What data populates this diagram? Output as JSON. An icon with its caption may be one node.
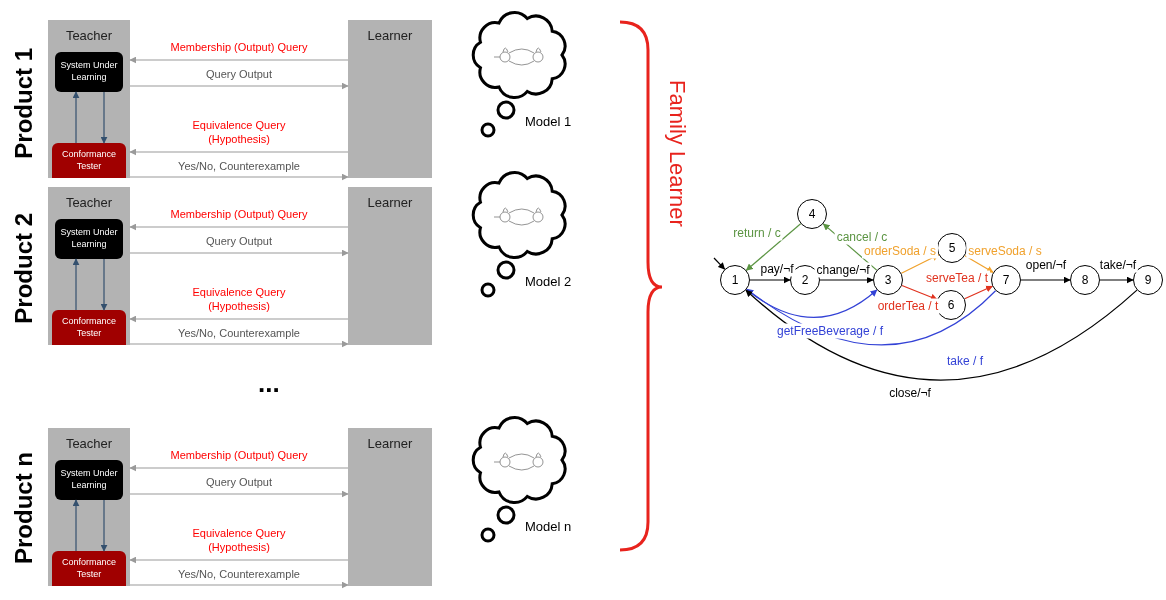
{
  "diagram": {
    "nodes": [
      {
        "text": [
          "Teacher"
        ]
      },
      {
        "text": [
          "System Under Learning"
        ],
        "in": 0
      },
      {
        "text": [
          "Conformance Tester"
        ],
        "in": 0
      },
      {
        "text": [
          "Learner"
        ]
      },
      {
        "text": [],
        "shape": "cloud",
        "beside": [
          "Model 1"
        ]
      },
      {
        "text": [
          "Teacher"
        ]
      },
      {
        "text": [
          "System Under Learning"
        ],
        "in": 5
      },
      {
        "text": [
          "Conformance Tester"
        ],
        "in": 5
      },
      {
        "text": [
          "Learner"
        ]
      },
      {
        "text": [],
        "shape": "cloud",
        "beside": [
          "Model 2"
        ]
      },
      {
        "text": [
          "Teacher"
        ]
      },
      {
        "text": [
          "System Under Learning"
        ],
        "in": 10
      },
      {
        "text": [
          "Conformance Tester"
        ],
        "in": 10
      },
      {
        "text": [
          "Learner"
        ]
      },
      {
        "text": [],
        "shape": "cloud",
        "beside": [
          "Model n"
        ]
      },
      {
        "text": [
          "1"
        ]
      },
      {
        "text": [
          "2"
        ]
      },
      {
        "text": [
          "3"
        ]
      },
      {
        "text": [
          "4"
        ]
      },
      {
        "text": [
          "5"
        ]
      },
      {
        "text": [
          "6"
        ]
      },
      {
        "text": [
          "7"
        ]
      },
      {
        "text": [
          "8"
        ]
      },
      {
        "text": [
          "9"
        ]
      }
    ],
    "edges": [
      {
        "from": 3,
        "to": 0,
        "arrow": "to",
        "label": "Membership (Output) Query"
      },
      {
        "from": 0,
        "to": 3,
        "arrow": "to",
        "label": "Query Output"
      },
      {
        "from": 3,
        "to": 0,
        "arrow": "to",
        "label": "Equivalence Query (Hypothesis)"
      },
      {
        "from": 0,
        "to": 3,
        "arrow": "to",
        "label": "Yes/No, Counterexample"
      },
      {
        "from": 2,
        "to": 1,
        "arrow": "to",
        "color": "#34506e"
      },
      {
        "from": 1,
        "to": 2,
        "arrow": "to",
        "color": "#34506e"
      },
      {
        "from": 8,
        "to": 5,
        "arrow": "to",
        "label": "Membership (Output) Query"
      },
      {
        "from": 5,
        "to": 8,
        "arrow": "to",
        "label": "Query Output"
      },
      {
        "from": 8,
        "to": 5,
        "arrow": "to",
        "label": "Equivalence Query (Hypothesis)"
      },
      {
        "from": 5,
        "to": 8,
        "arrow": "to",
        "label": "Yes/No, Counterexample"
      },
      {
        "from": 7,
        "to": 6,
        "arrow": "to",
        "color": "#34506e"
      },
      {
        "from": 6,
        "to": 7,
        "arrow": "to",
        "color": "#34506e"
      },
      {
        "from": 13,
        "to": 10,
        "arrow": "to",
        "label": "Membership (Output) Query"
      },
      {
        "from": 10,
        "to": 13,
        "arrow": "to",
        "label": "Query Output"
      },
      {
        "from": 13,
        "to": 10,
        "arrow": "to",
        "label": "Equivalence Query (Hypothesis)"
      },
      {
        "from": 10,
        "to": 13,
        "arrow": "to",
        "label": "Yes/No, Counterexample"
      },
      {
        "from": 12,
        "to": 11,
        "arrow": "to",
        "color": "#34506e"
      },
      {
        "from": 11,
        "to": 12,
        "arrow": "to",
        "color": "#34506e"
      },
      {
        "from": null,
        "to": 15,
        "arrow": "to",
        "color": "#000000"
      },
      {
        "from": 15,
        "to": 16,
        "arrow": "to",
        "label": "pay/¬f",
        "color": "#000000"
      },
      {
        "from": 16,
        "to": 17,
        "arrow": "to",
        "label": "change/¬f",
        "color": "#000000"
      },
      {
        "from": 17,
        "to": 18,
        "arrow": "to",
        "label": "cancel / c",
        "color": "#5b9442"
      },
      {
        "from": 18,
        "to": 15,
        "arrow": "to",
        "label": "return / c",
        "color": "#5b9442"
      },
      {
        "from": 17,
        "to": 19,
        "arrow": "to",
        "label": "orderSoda / s",
        "color": "#f0a12c"
      },
      {
        "from": 19,
        "to": 21,
        "arrow": "to",
        "label": "serveSoda / s",
        "color": "#f0a12c"
      },
      {
        "from": 17,
        "to": 20,
        "arrow": "to",
        "label": "orderTea / t",
        "color": "#e0321e"
      },
      {
        "from": 20,
        "to": 21,
        "arrow": "to",
        "label": "serveTea / t",
        "color": "#e0321e"
      },
      {
        "from": 15,
        "to": 17,
        "arrow": "to",
        "label": "getFreeBeverage / f",
        "color": "#3342d6"
      },
      {
        "from": 21,
        "to": 15,
        "arrow": "to",
        "label": "take / f",
        "color": "#3342d6"
      },
      {
        "from": 21,
        "to": 22,
        "arrow": "to",
        "label": "open/¬f",
        "color": "#000000"
      },
      {
        "from": 22,
        "to": 23,
        "arrow": "to",
        "label": "take/¬f",
        "color": "#000000"
      },
      {
        "from": 23,
        "to": 15,
        "arrow": "to",
        "label": "close/¬f",
        "color": "#000000"
      }
    ],
    "labels": [
      "Product 1",
      "Product 2",
      "...",
      "Product n",
      "Family Learner"
    ]
  }
}
